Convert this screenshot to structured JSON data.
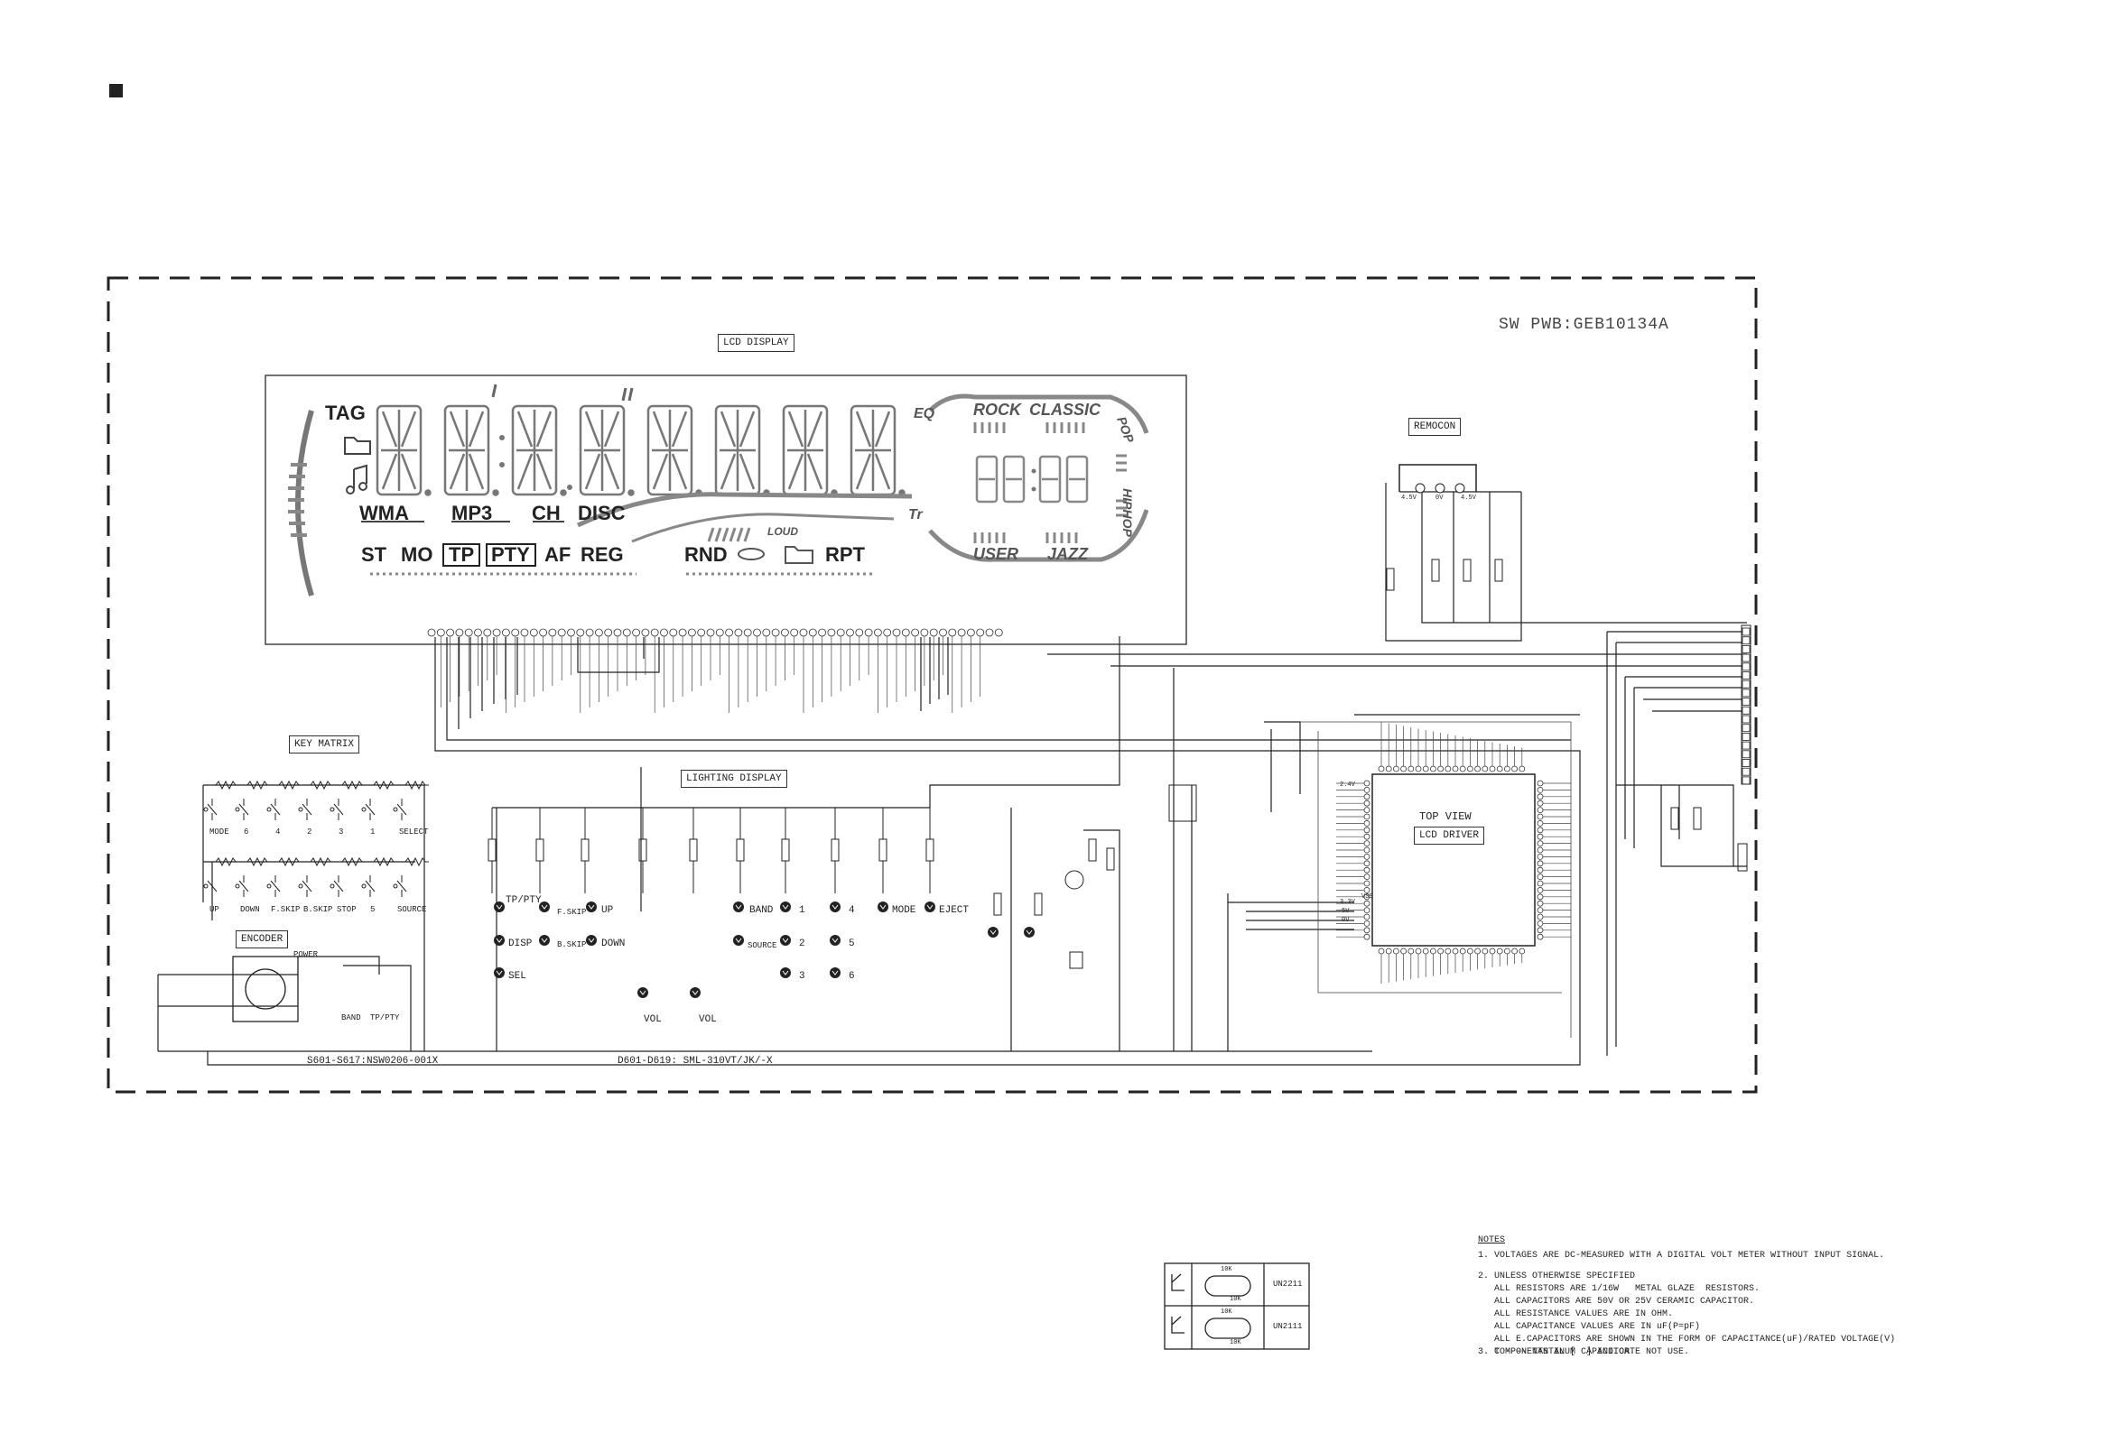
{
  "board": {
    "title": "SW PWB:GEB10134A"
  },
  "sections": {
    "lcd_display": "LCD DISPLAY",
    "key_matrix": "KEY MATRIX",
    "lighting_display": "LIGHTING DISPLAY",
    "encoder": "ENCODER",
    "remocon": "REMOCON",
    "lcd_driver": "LCD DRIVER",
    "top_view": "TOP VIEW"
  },
  "lcd_segments": {
    "tag": "TAG",
    "wma": "WMA",
    "mp3": "MP3",
    "ch": "CH",
    "disc": "DISC",
    "st": "ST",
    "mo": "MO",
    "tp": "TP",
    "pty": "PTY",
    "af": "AF",
    "reg": "REG",
    "rnd": "RND",
    "rpt": "RPT",
    "loud": "LOUD",
    "rock": "ROCK",
    "classic": "CLASSIC",
    "pop": "POP",
    "hiphop": "HIPHOP",
    "user": "USER",
    "jazz": "JAZZ",
    "eq": "EQ",
    "tr": "Tr"
  },
  "key_matrix_row1": [
    "MODE",
    "6",
    "4",
    "2",
    "3",
    "1",
    "SELECT"
  ],
  "key_matrix_row2": [
    "UP",
    "DOWN",
    "F.SKIP",
    "B.SKIP",
    "STOP",
    "5",
    "SOURCE"
  ],
  "encoder_labels": {
    "power": "POWER",
    "band": "BAND",
    "tp_pty": "TP/PTY"
  },
  "leds": {
    "tp_pty": "TP/PTY",
    "fskip": "F.SKIP",
    "up": "UP",
    "disp": "DISP",
    "bskip": "B.SKIP",
    "down": "DOWN",
    "sel": "SEL",
    "vol1": "VOL",
    "vol2": "VOL",
    "band": "BAND",
    "n1": "1",
    "n4": "4",
    "mode": "MODE",
    "eject": "EJECT",
    "source": "SOURCE",
    "n2": "2",
    "n5": "5",
    "n3": "3",
    "n6": "6"
  },
  "part_labels": {
    "switches": "S601-S617:NSW0206-001X",
    "leds": "D601-D619: SML-310VT/JK/-X"
  },
  "voltages": {
    "v45a": "4.5V",
    "v0": "0V",
    "v45b": "4.5V",
    "v24": "2.4V",
    "v33": "3.3V",
    "v5": "5V",
    "v0b": "0V",
    "vss": "VSS"
  },
  "transistor_table": [
    {
      "r1": "10K",
      "r2": "10K",
      "part": "UN2211"
    },
    {
      "r1": "10K",
      "r2": "10K",
      "part": "UN2111"
    }
  ],
  "notes": {
    "title": "NOTES",
    "n1": "1. VOLTAGES ARE DC-MEASURED WITH A DIGITAL VOLT METER WITHOUT INPUT SIGNAL.",
    "n2": "2. UNLESS OTHERWISE SPECIFIED\n   ALL RESISTORS ARE 1/16W   METAL GLAZE  RESISTORS.\n   ALL CAPACITORS ARE 50V OR 25V CERAMIC CAPACITOR.\n   ALL RESISTANCE VALUES ARE IN OHM.\n   ALL CAPACITANCE VALUES ARE IN uF(P=pF)\n   ALL E.CAPACITORS ARE SHOWN IN THE FORM OF CAPACITANCE(uF)/RATED VOLTAGE(V)\n   T ---- TANTALUM CAPACITOR.",
    "n3": "3. COMPONENTS IN [  ] INDICATE NOT USE."
  }
}
